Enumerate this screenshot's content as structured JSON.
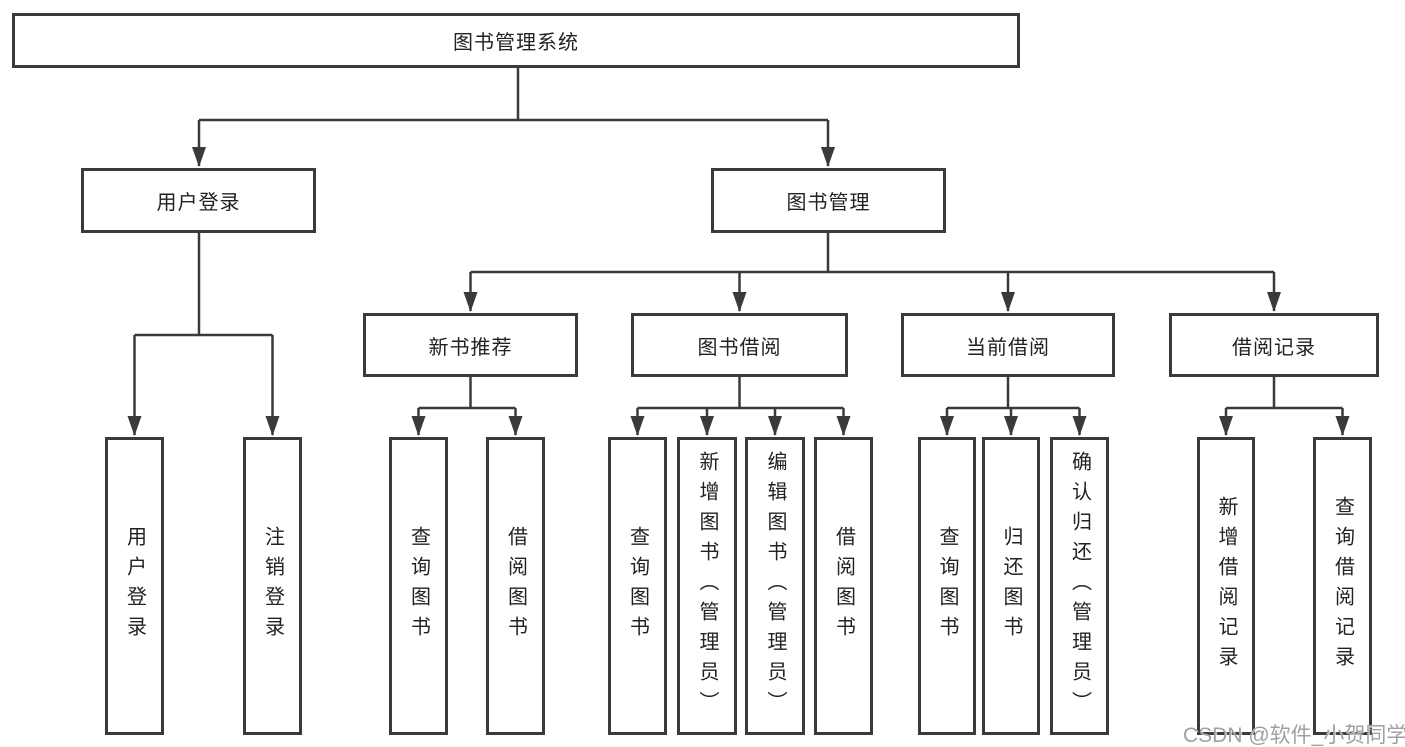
{
  "diagram_type": "hierarchy-tree",
  "watermark": "CSDN @软件_小贺同学",
  "colors": {
    "background": "#ffffff",
    "line": "#3a3a3a",
    "box_border": "#3a3a3a",
    "box_fill": "#ffffff",
    "text": "#222222",
    "watermark_text": "#a0a0a0"
  },
  "tree": {
    "root": {
      "label": "图书管理系统"
    },
    "branches": [
      {
        "label": "用户登录",
        "children": [
          {
            "label": "用户登录"
          },
          {
            "label": "注销登录"
          }
        ]
      },
      {
        "label": "图书管理",
        "children": [
          {
            "label": "新书推荐",
            "children": [
              {
                "label": "查询图书"
              },
              {
                "label": "借阅图书"
              }
            ]
          },
          {
            "label": "图书借阅",
            "children": [
              {
                "label": "查询图书"
              },
              {
                "label": "新增图书（管理员）"
              },
              {
                "label": "编辑图书（管理员）"
              },
              {
                "label": "借阅图书"
              }
            ]
          },
          {
            "label": "当前借阅",
            "children": [
              {
                "label": "查询图书"
              },
              {
                "label": "归还图书"
              },
              {
                "label": "确认归还（管理员）"
              }
            ]
          },
          {
            "label": "借阅记录",
            "children": [
              {
                "label": "新增借阅记录"
              },
              {
                "label": "查询借阅记录"
              }
            ]
          }
        ]
      }
    ]
  }
}
